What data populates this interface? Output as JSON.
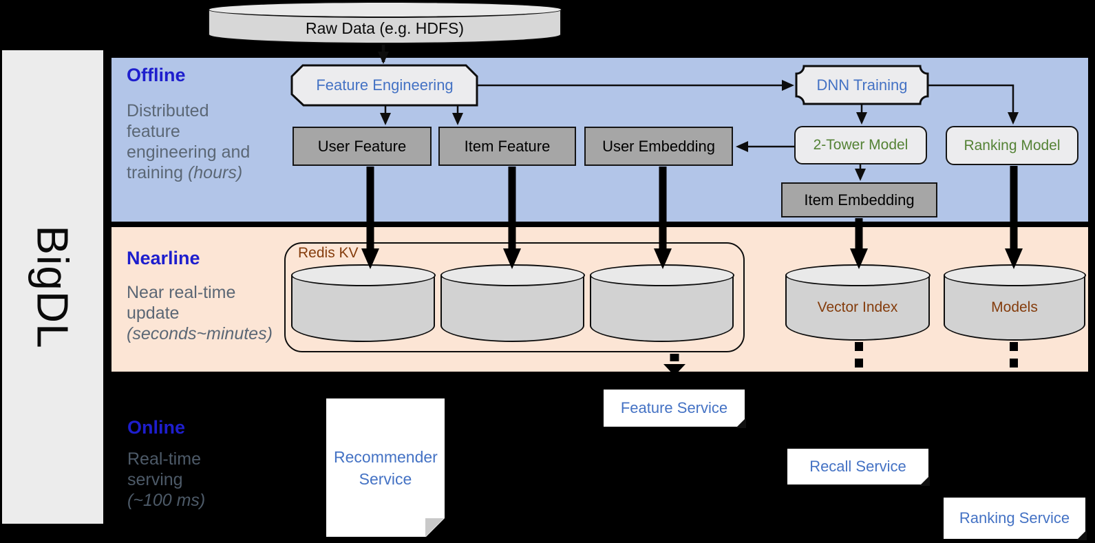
{
  "brand": {
    "name": "BigDL"
  },
  "sections": {
    "offline": {
      "title": "Offline",
      "line1": "Distributed",
      "line2": "feature",
      "line3": "engineering and",
      "line4_regular": "training ",
      "line4_italic": "(hours)"
    },
    "nearline": {
      "title": "Nearline",
      "line1": "Near real-time",
      "line2": "update",
      "line3_italic": "(seconds~minutes)"
    },
    "online": {
      "title": "Online",
      "line1": "Real-time",
      "line2": "serving",
      "line3_italic": "(~100 ms)"
    }
  },
  "nodes": {
    "raw_data": "Raw Data (e.g. HDFS)",
    "feature_engineering": "Feature Engineering",
    "dnn_training": "DNN Training",
    "user_feature": "User Feature",
    "item_feature": "Item Feature",
    "user_embedding": "User Embedding",
    "two_tower_model": "2-Tower Model",
    "ranking_model": "Ranking Model",
    "item_embedding": "Item Embedding",
    "redis_kv": "Redis KV",
    "vector_index": "Vector Index",
    "models": "Models",
    "recommender_service": "Recommender Service",
    "feature_service": "Feature Service",
    "recall_service": "Recall Service",
    "ranking_service": "Ranking Service"
  },
  "colors": {
    "background": "#000000",
    "brand_bar": "#ececec",
    "band_offline": "#b2c5e8",
    "band_nearline": "#fce5d5",
    "section_title_blue": "#1e1ecd",
    "section_desc_gray": "#5b6775",
    "node_gray_fill": "#a6a6a6",
    "shape_light_fill": "#ececee",
    "cylinder_fill": "#d2d2d2",
    "text_blue": "#4472c4",
    "text_green": "#548235",
    "text_brown": "#843c0c",
    "arrow_black": "#000000",
    "service_white": "#ffffff"
  }
}
